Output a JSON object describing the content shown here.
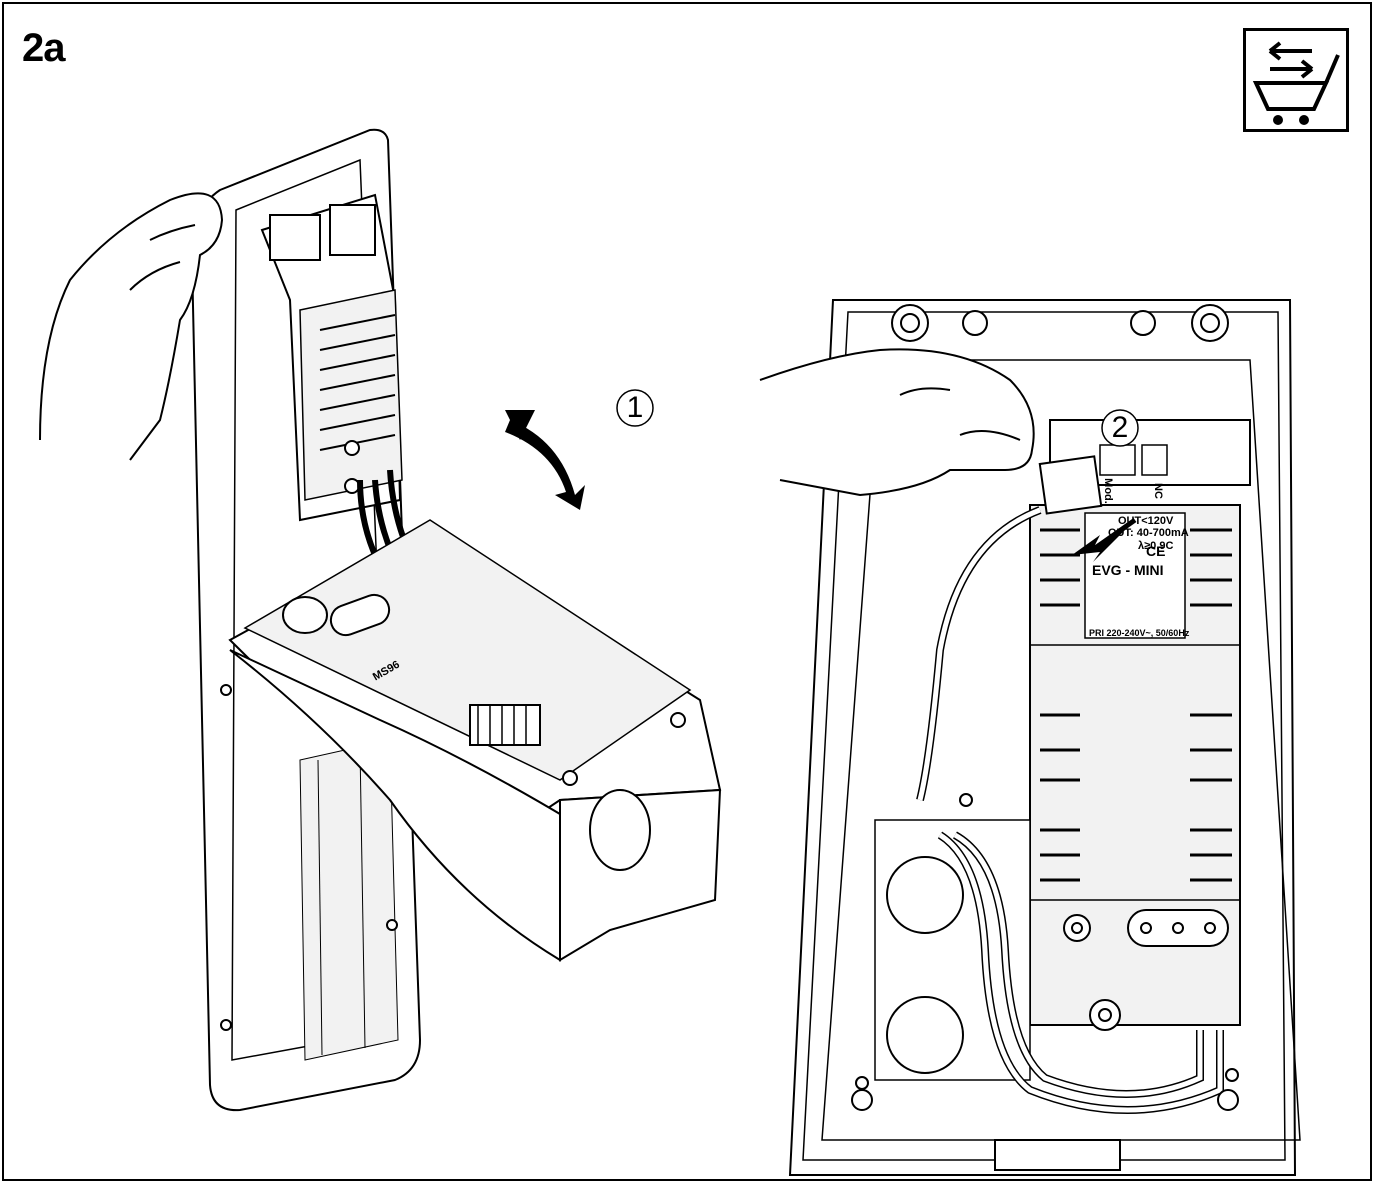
{
  "step": {
    "label": "2a"
  },
  "icon": {
    "name": "cart-exchange-icon"
  },
  "callouts": [
    {
      "number": "1"
    },
    {
      "number": "2"
    }
  ],
  "device_labels": {
    "product": "EVG - MINI",
    "ce_mark": "CE",
    "connector_mod": "Mod.",
    "connector_nc": "NC",
    "left_board": "MS96",
    "output": "OUT<120V",
    "current": "OUT: 40-700mA",
    "power_factor": "λ≥0,9C",
    "input": "PRI 220-240V~, 50/60Hz"
  },
  "colors": {
    "ink": "#000000",
    "paper": "#ffffff",
    "shade": "#f2f2f2"
  }
}
